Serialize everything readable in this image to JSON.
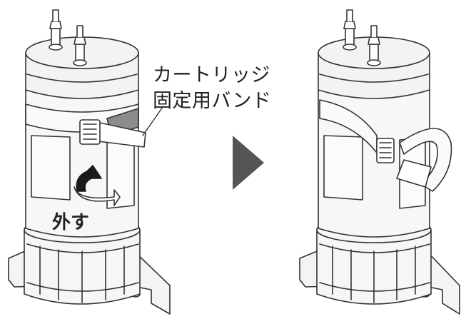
{
  "callout": {
    "line1": "カートリッジ",
    "line2": "固定用バンド"
  },
  "action_label": "外す",
  "colors": {
    "line": "#333333",
    "body": "#f7f7f7",
    "cap": "#f3f3f3",
    "band_shadow": "#8c8c8c",
    "step_arrow": "#555555",
    "rotate_arrow": "#1a1a1a"
  },
  "icons": {
    "step": "triangle-right",
    "rotate": "curved-arrow-counterclockwise"
  }
}
